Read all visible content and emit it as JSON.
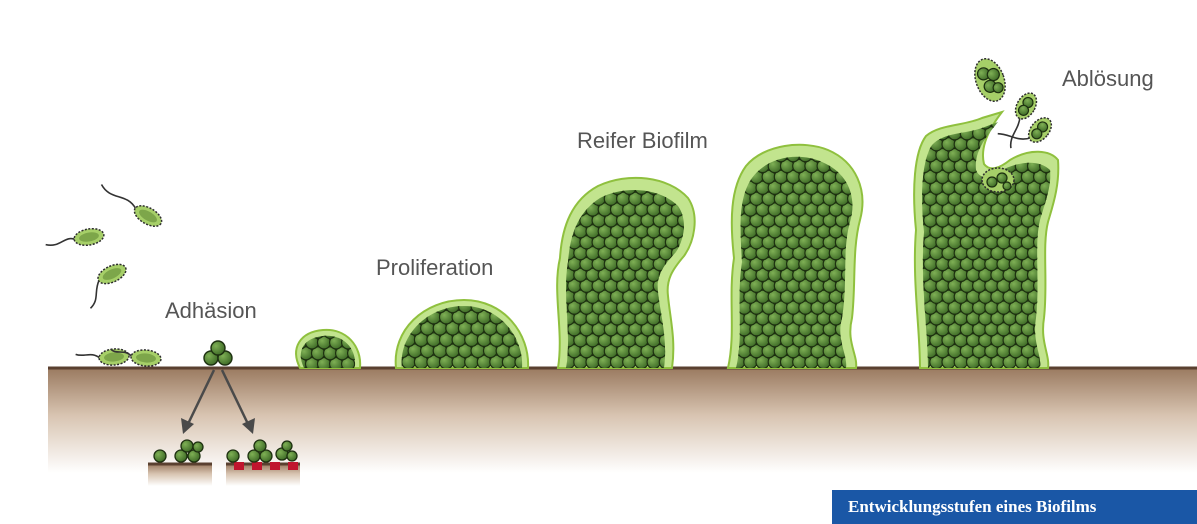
{
  "labels": {
    "adhesion": "Adhäsion",
    "proliferation": "Proliferation",
    "mature": "Reifer Biofilm",
    "detachment": "Ablösung"
  },
  "caption": "Entwicklungsstufen eines Biofilms",
  "colors": {
    "matrix": "#c2e48e",
    "matrix_edge": "#8fc03e",
    "cell": "#4f7f34",
    "cell_edge": "#1d3010",
    "ground_top": "#9a7a60",
    "ground_bottom": "#ffffff",
    "arrow": "#4a4a4a",
    "caption_bg": "#1a57a6"
  }
}
